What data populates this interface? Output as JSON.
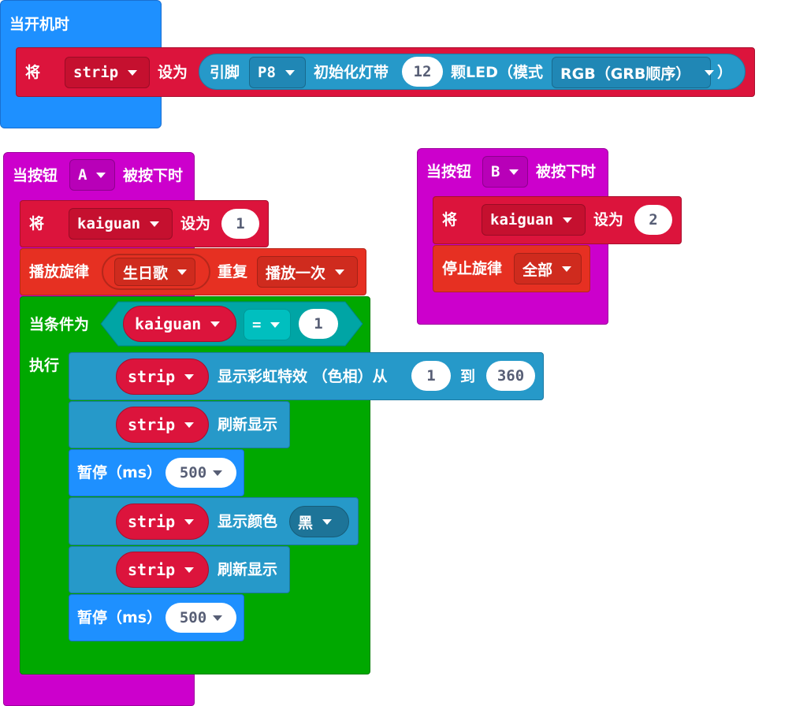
{
  "start_block": {
    "hat_label": "当开机时",
    "set_label": "将",
    "var_name": "strip",
    "set_to": "设为",
    "pin_label": "引脚",
    "pin_value": "P8",
    "init_label": "初始化灯带",
    "led_count": "12",
    "led_unit": "颗LED",
    "mode_label": "（模式",
    "mode_value": "RGB（GRB顺序）",
    "close_paren": "）"
  },
  "button_a": {
    "hat_label_1": "当按钮",
    "button": "A",
    "hat_label_2": "被按下时",
    "set_label": "将",
    "var_name": "kaiguan",
    "set_to": "设为",
    "set_value": "1",
    "play_label": "播放旋律",
    "melody": "生日歌",
    "repeat_label": "重复",
    "repeat_value": "播放一次",
    "while_label": "当条件为",
    "cond_var": "kaiguan",
    "cond_op": "=",
    "cond_value": "1",
    "do_label": "执行",
    "rainbow_var": "strip",
    "rainbow_label": "显示彩虹特效 （色相）从",
    "rainbow_from": "1",
    "rainbow_to_label": "到",
    "rainbow_to": "360",
    "show1_var": "strip",
    "show1_label": "刷新显示",
    "pause1_label": "暂停（ms）",
    "pause1_value": "500",
    "color_var": "strip",
    "color_label": "显示颜色",
    "color_value": "黑",
    "show2_var": "strip",
    "show2_label": "刷新显示",
    "pause2_label": "暂停（ms）",
    "pause2_value": "500"
  },
  "button_b": {
    "hat_label_1": "当按钮",
    "button": "B",
    "hat_label_2": "被按下时",
    "set_label": "将",
    "var_name": "kaiguan",
    "set_to": "设为",
    "set_value": "2",
    "stop_label": "停止旋律",
    "stop_value": "全部"
  }
}
